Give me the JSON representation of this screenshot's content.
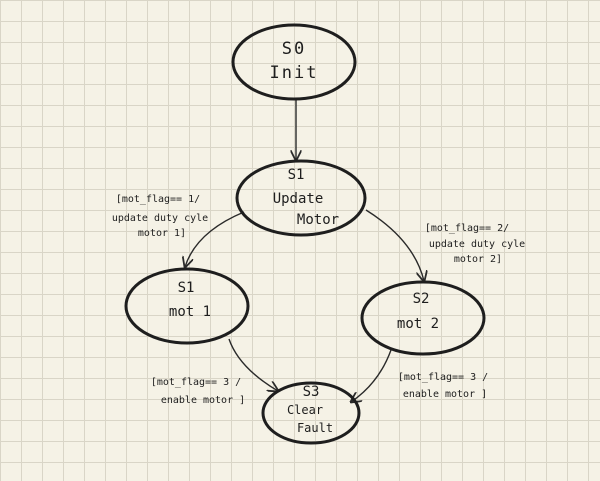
{
  "states": [
    {
      "id": "s0",
      "name": "S0",
      "label_lines": [
        "Init"
      ]
    },
    {
      "id": "s1",
      "name": "S1",
      "label_lines": [
        "Update",
        "Motor"
      ]
    },
    {
      "id": "mot1",
      "name": "S1",
      "label_lines": [
        "mot 1"
      ]
    },
    {
      "id": "mot2",
      "name": "S2",
      "label_lines": [
        "mot 2"
      ]
    },
    {
      "id": "s3",
      "name": "S3",
      "label_lines": [
        "Clear",
        "Fault"
      ]
    }
  ],
  "transitions": [
    {
      "from": "s0",
      "to": "s1",
      "label_lines": []
    },
    {
      "from": "s1",
      "to": "mot1",
      "label_lines": [
        "[mot_flag== 1/",
        "update duty cyle",
        "motor 1]"
      ]
    },
    {
      "from": "s1",
      "to": "mot2",
      "label_lines": [
        "[mot_flag== 2/",
        "update duty cyle",
        "motor 2]"
      ]
    },
    {
      "from": "mot1",
      "to": "s3",
      "label_lines": [
        "[mot_flag== 3 /",
        "enable motor ]"
      ]
    },
    {
      "from": "mot2",
      "to": "s3",
      "label_lines": [
        "[mot_flag== 3 /",
        "enable motor ]"
      ]
    }
  ]
}
